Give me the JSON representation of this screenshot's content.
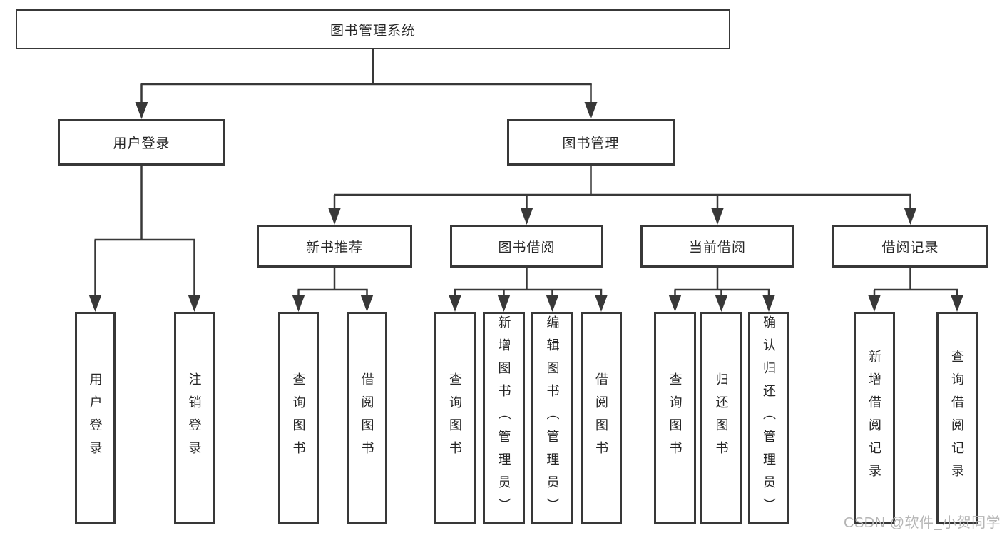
{
  "diagram": {
    "root": "图书管理系统",
    "level2": [
      "用户登录",
      "图书管理"
    ],
    "level3": [
      "新书推荐",
      "图书借阅",
      "当前借阅",
      "借阅记录"
    ],
    "leaves": [
      "用户登录",
      "注销登录",
      "查询图书",
      "借阅图书",
      "查询图书",
      "新增图书（管理员）",
      "编辑图书（管理员）",
      "借阅图书",
      "查询图书",
      "归还图书",
      "确认归还（管理员）",
      "新增借阅记录",
      "查询借阅记录"
    ]
  },
  "colors": {
    "line": "#383838",
    "box_border": "#383838",
    "text": "#262626",
    "watermark": "#b5b5b5",
    "background": "#ffffff"
  },
  "watermark": "CSDN @软件_小贺同学"
}
